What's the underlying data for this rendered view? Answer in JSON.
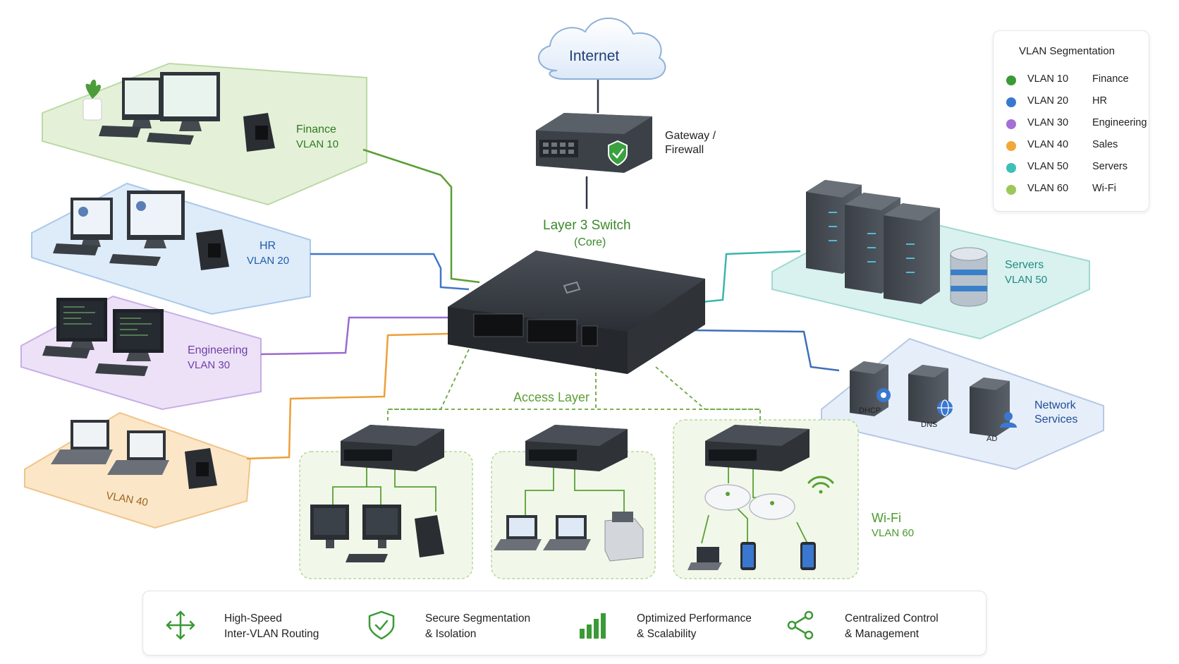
{
  "nodes": {
    "internet": {
      "label": "Internet"
    },
    "gateway": {
      "label_line1": "Gateway /",
      "label_line2": "Firewall"
    },
    "core": {
      "label": "Layer 3 Switch",
      "sublabel": "(Core)"
    },
    "access": {
      "label": "Access Layer"
    }
  },
  "zones": [
    {
      "name": "Finance",
      "vlan": "VLAN 10",
      "color": "#4a9a2c"
    },
    {
      "name": "HR",
      "vlan": "VLAN 20",
      "color": "#2f6fc4"
    },
    {
      "name": "Engineering",
      "vlan": "VLAN 30",
      "color": "#8a5bc6"
    },
    {
      "name": "",
      "vlan": "VLAN 40",
      "color": "#e39a33"
    },
    {
      "name": "Servers",
      "vlan": "VLAN 50",
      "color": "#2aa89e"
    },
    {
      "name": "Network Services",
      "name_line1": "Network",
      "name_line2": "Services",
      "color": "#4570b6"
    },
    {
      "name": "Wi-Fi",
      "vlan": "VLAN 60",
      "color": "#4a9a2c"
    }
  ],
  "network_services": [
    "DHCP",
    "DNS",
    "AD"
  ],
  "legend": {
    "title": "VLAN Segmentation",
    "items": [
      {
        "vlan": "VLAN 10",
        "dept": "Finance",
        "color": "#3a9a35"
      },
      {
        "vlan": "VLAN 20",
        "dept": "HR",
        "color": "#3a78d0"
      },
      {
        "vlan": "VLAN 30",
        "dept": "Engineering",
        "color": "#a36fd4"
      },
      {
        "vlan": "VLAN 40",
        "dept": "Sales",
        "color": "#f0a83a"
      },
      {
        "vlan": "VLAN 50",
        "dept": "Servers",
        "color": "#3cc0b8"
      },
      {
        "vlan": "VLAN 60",
        "dept": "Wi-Fi",
        "color": "#9cc858"
      }
    ]
  },
  "features": [
    {
      "line1": "High-Speed",
      "line2": "Inter-VLAN Routing",
      "icon": "arrows-icon"
    },
    {
      "line1": "Secure Segmentation",
      "line2": "& Isolation",
      "icon": "shield-check-icon"
    },
    {
      "line1": "Optimized Performance",
      "line2": "& Scalability",
      "icon": "bar-chart-icon"
    },
    {
      "line1": "Centralized Control",
      "line2": "& Management",
      "icon": "share-icon"
    }
  ]
}
